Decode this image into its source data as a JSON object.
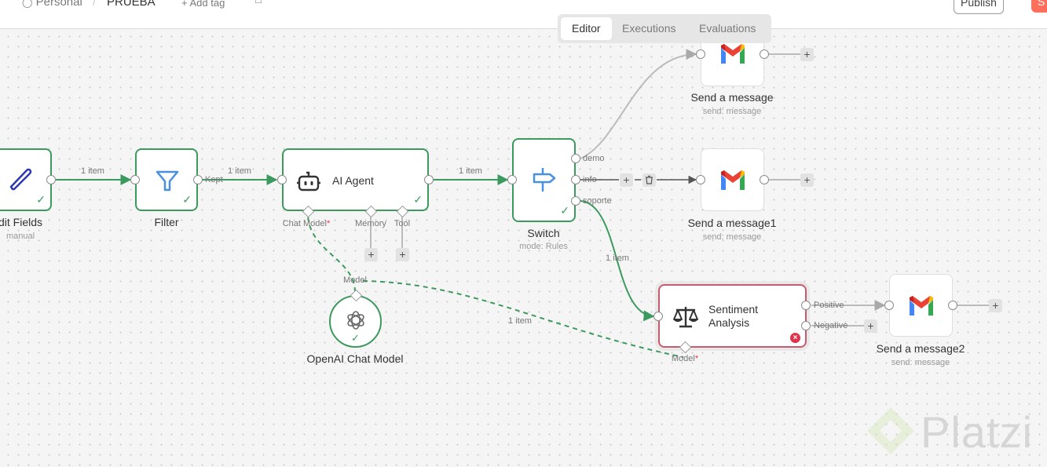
{
  "header": {
    "breadcrumb_project": "Personal",
    "breadcrumb_separator": "/",
    "workflow_name": "PRUEBA",
    "add_tag": "+ Add tag",
    "publish_label": "Publish",
    "save_label": "S"
  },
  "tabs": [
    {
      "label": "Editor",
      "active": true
    },
    {
      "label": "Executions",
      "active": false
    },
    {
      "label": "Evaluations",
      "active": false
    }
  ],
  "nodes": {
    "edit_fields": {
      "title": "dit Fields",
      "subtitle": "manual"
    },
    "filter": {
      "title": "Filter"
    },
    "ai_agent": {
      "title": "AI Agent",
      "inputs": [
        "Chat Model",
        "Memory",
        "Tool"
      ],
      "required_marker": "*"
    },
    "switch": {
      "title": "Switch",
      "subtitle": "mode: Rules",
      "outputs": [
        "demo",
        "info",
        "soporte"
      ]
    },
    "openai": {
      "title": "OpenAI Chat Model",
      "output": "Model"
    },
    "sentiment": {
      "title_line1": "Sentiment",
      "title_line2": "Analysis",
      "outputs": [
        "Positive",
        "Negative"
      ],
      "input_model": "Model",
      "required_marker": "*",
      "status": "error"
    },
    "gmail0": {
      "title": "Send a message",
      "subtitle": "send: message"
    },
    "gmail1": {
      "title": "Send a message1",
      "subtitle": "send: message"
    },
    "gmail2": {
      "title": "Send a message2",
      "subtitle": "send: message"
    }
  },
  "edges": {
    "e1": "1 item",
    "e2": "1 item",
    "e2_port": "Kept",
    "e3": "1 item",
    "e4": "1 item",
    "e5": "1 item"
  },
  "plus_symbol": "+",
  "check_symbol": "✓",
  "watermark": "Platzi",
  "colors": {
    "success": "#3c9a5f",
    "error": "#c45b6e",
    "accent": "#ff6f5c"
  }
}
